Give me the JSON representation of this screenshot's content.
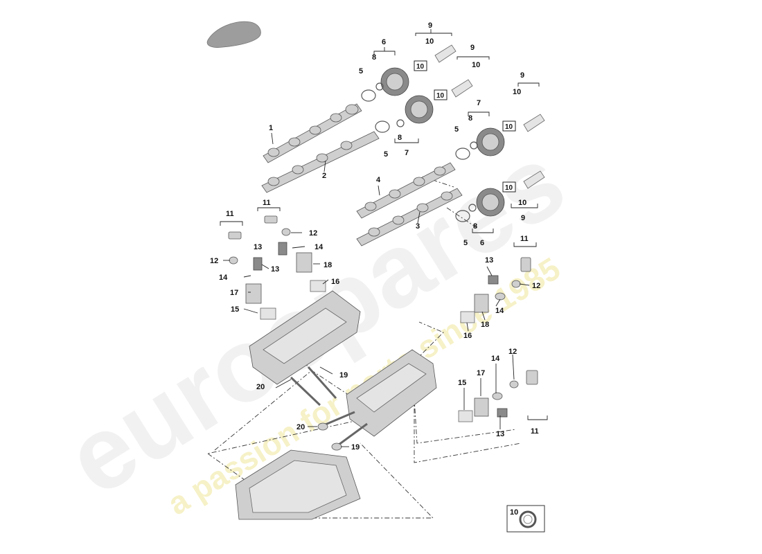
{
  "callouts": {
    "c1": "1",
    "c2": "2",
    "c3": "3",
    "c4": "4",
    "c5a": "5",
    "c5b": "5",
    "c5c": "5",
    "c5d": "5",
    "c6a": "6",
    "c6b": "6",
    "c7a": "7",
    "c7b": "7",
    "c8a": "8",
    "c8b": "8",
    "c8c": "8",
    "c8d": "8",
    "c9a": "9",
    "c9b": "9",
    "c9c": "9",
    "c9d": "9",
    "c10a": "10",
    "c10b": "10",
    "c10c": "10",
    "c10d": "10",
    "c10e": "10",
    "c10f": "10",
    "c10g": "10",
    "c10h": "10",
    "c10i": "10",
    "c11a": "11",
    "c11b": "11",
    "c11c": "11",
    "c11d": "11",
    "c12a": "12",
    "c12b": "12",
    "c12c": "12",
    "c12d": "12",
    "c13a": "13",
    "c13b": "13",
    "c13c": "13",
    "c13d": "13",
    "c14a": "14",
    "c14b": "14",
    "c14c": "14",
    "c14d": "14",
    "c15a": "15",
    "c15b": "15",
    "c16a": "16",
    "c16b": "16",
    "c17a": "17",
    "c17b": "17",
    "c18a": "18",
    "c18b": "18",
    "c19a": "19",
    "c19b": "19",
    "c20a": "20",
    "c20b": "20"
  },
  "legend": {
    "number": "10"
  },
  "watermark": {
    "brand": "eurospares",
    "tagline": "a passion for parts since 1985"
  },
  "colors": {
    "part": "#cfcfcf",
    "watermark_tagline": "#efe79a"
  }
}
